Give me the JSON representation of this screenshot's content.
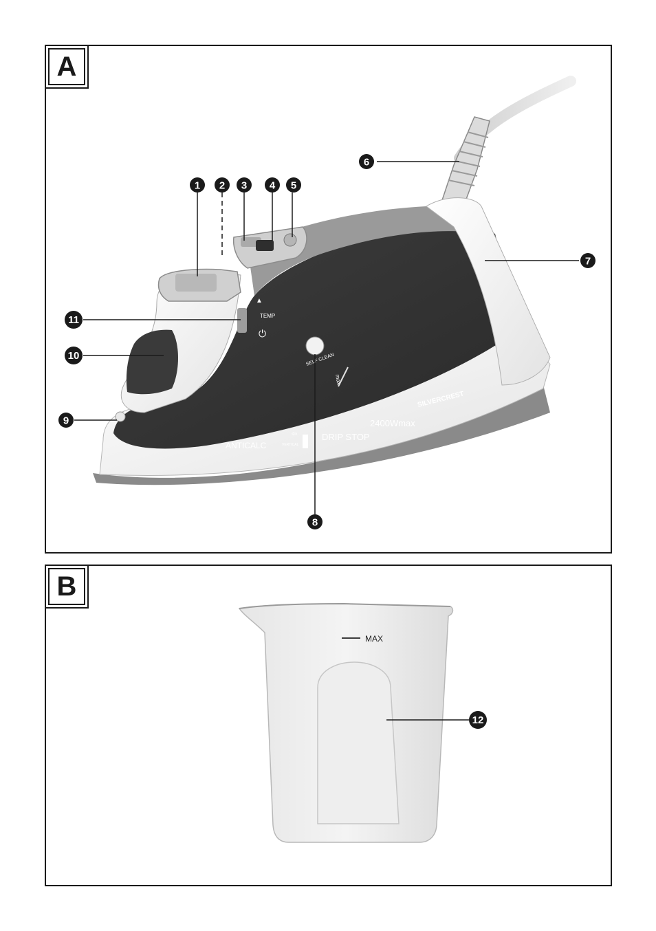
{
  "panels": [
    {
      "tag": "A"
    },
    {
      "tag": "B"
    }
  ],
  "callouts": [
    "1",
    "2",
    "3",
    "4",
    "5",
    "6",
    "7",
    "8",
    "9",
    "10",
    "11",
    "12"
  ],
  "iron_markings": {
    "temp": "TEMP",
    "self_clean": "SELF CLEAN",
    "max": "max",
    "anticalc": "ANTICALC",
    "vertical": "VERTICAL",
    "drip_stop": "DRIP STOP",
    "power": "2400Wmax",
    "brand": "SILVERCREST"
  },
  "jug_markings": {
    "max": "MAX"
  }
}
